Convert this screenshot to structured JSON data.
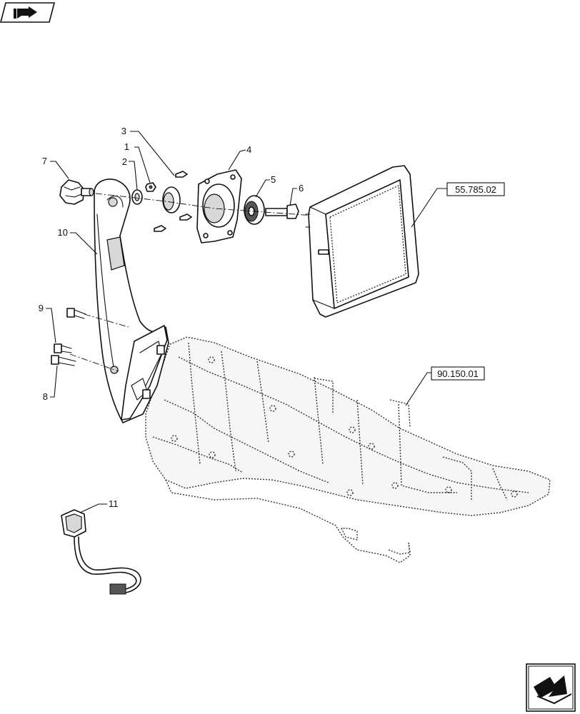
{
  "callouts": [
    {
      "id": "1",
      "label": "1"
    },
    {
      "id": "2",
      "label": "2"
    },
    {
      "id": "3",
      "label": "3"
    },
    {
      "id": "4",
      "label": "4"
    },
    {
      "id": "5",
      "label": "5"
    },
    {
      "id": "6",
      "label": "6"
    },
    {
      "id": "7",
      "label": "7"
    },
    {
      "id": "8",
      "label": "8"
    },
    {
      "id": "9",
      "label": "9"
    },
    {
      "id": "10",
      "label": "10"
    },
    {
      "id": "11",
      "label": "11"
    }
  ],
  "references": [
    {
      "id": "display",
      "label": "55.785.02"
    },
    {
      "id": "console",
      "label": "90.150.01"
    }
  ],
  "icons": {
    "top_left": "previous-page-icon",
    "bottom_right": "next-page-icon"
  }
}
